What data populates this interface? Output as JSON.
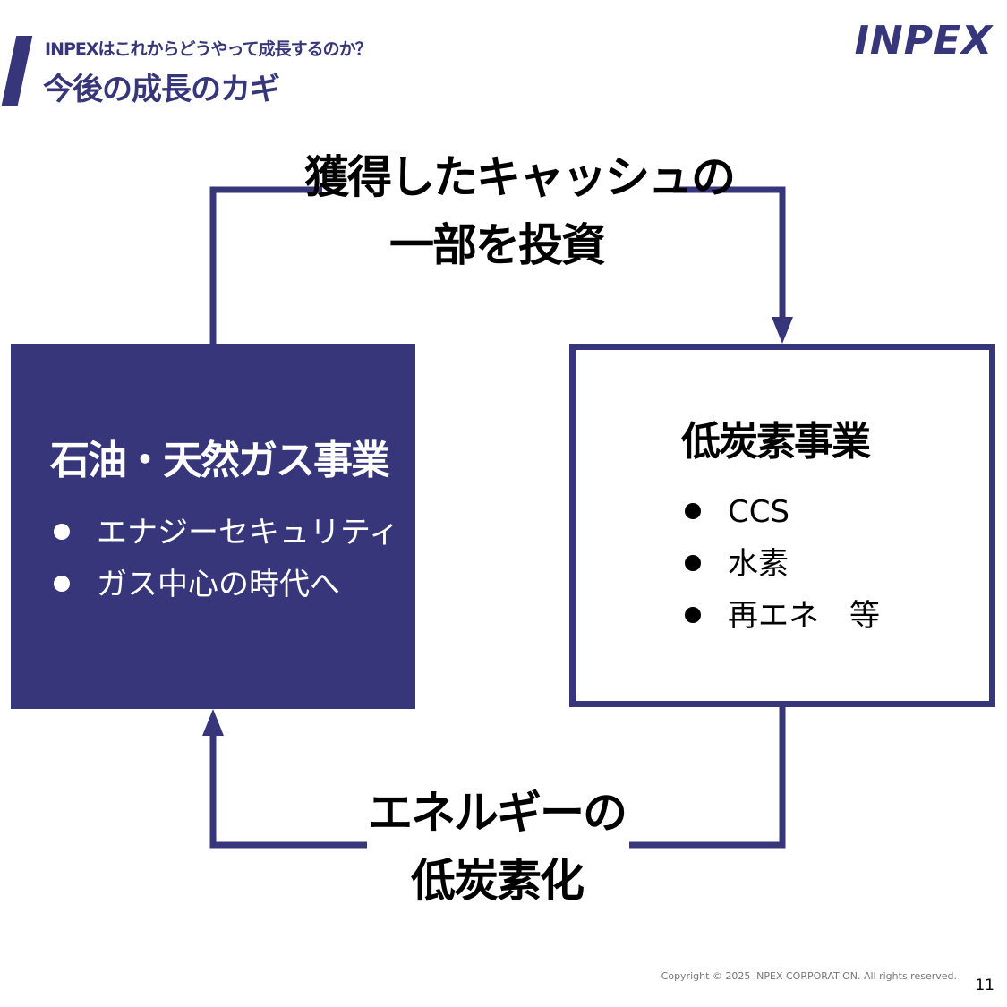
{
  "header": {
    "subtitle": "INPEXはこれからどうやって成長するのか？",
    "title": "今後の成長のカギ"
  },
  "logo_text": "INPEX",
  "flow": {
    "top_label_line1": "獲得したキャッシュの",
    "top_label_line2": "一部を投資",
    "bottom_label_line1": "エネルギーの",
    "bottom_label_line2": "低炭素化"
  },
  "left_box": {
    "title": "石油・天然ガス事業",
    "items": [
      "エナジーセキュリティ",
      "ガス中心の時代へ"
    ]
  },
  "right_box": {
    "title": "低炭素事業",
    "items": [
      "CCS",
      "水素",
      "再エネ　等"
    ]
  },
  "footer": {
    "copyright": "Copyright © 2025 INPEX CORPORATION. All rights reserved.",
    "page_number": "11"
  },
  "colors": {
    "accent": "#37367a",
    "text": "#000000",
    "background": "#ffffff"
  }
}
